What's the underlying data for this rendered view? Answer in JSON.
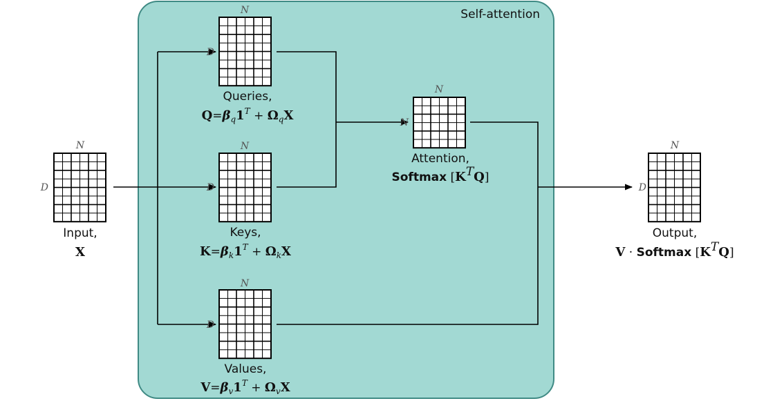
{
  "panel": {
    "title": "Self-attention",
    "fill": "#a2d9d3",
    "stroke": "#3f8a84"
  },
  "dims": {
    "n": "N",
    "d": "D"
  },
  "input": {
    "label": "Input,",
    "symbol": "X"
  },
  "queries": {
    "label": "Queries,",
    "eq_lhs": "Q",
    "eq_beta": "β",
    "eq_sub": "q",
    "eq_one": "1",
    "eq_sup": "T",
    "eq_omega": "Ω",
    "eq_x": "X"
  },
  "keys": {
    "label": "Keys,",
    "eq_lhs": "K",
    "eq_beta": "β",
    "eq_sub": "k",
    "eq_one": "1",
    "eq_sup": "T",
    "eq_omega": "Ω",
    "eq_x": "X"
  },
  "values": {
    "label": "Values,",
    "eq_lhs": "V",
    "eq_beta": "β",
    "eq_sub": "v",
    "eq_one": "1",
    "eq_sup": "T",
    "eq_omega": "Ω",
    "eq_x": "X"
  },
  "attention": {
    "label": "Attention,",
    "fn": "Softmax",
    "k": "K",
    "sup": "T",
    "q": "Q"
  },
  "output": {
    "label": "Output,",
    "v": "V",
    "fn": "Softmax",
    "k": "K",
    "sup": "T",
    "q": "Q"
  }
}
